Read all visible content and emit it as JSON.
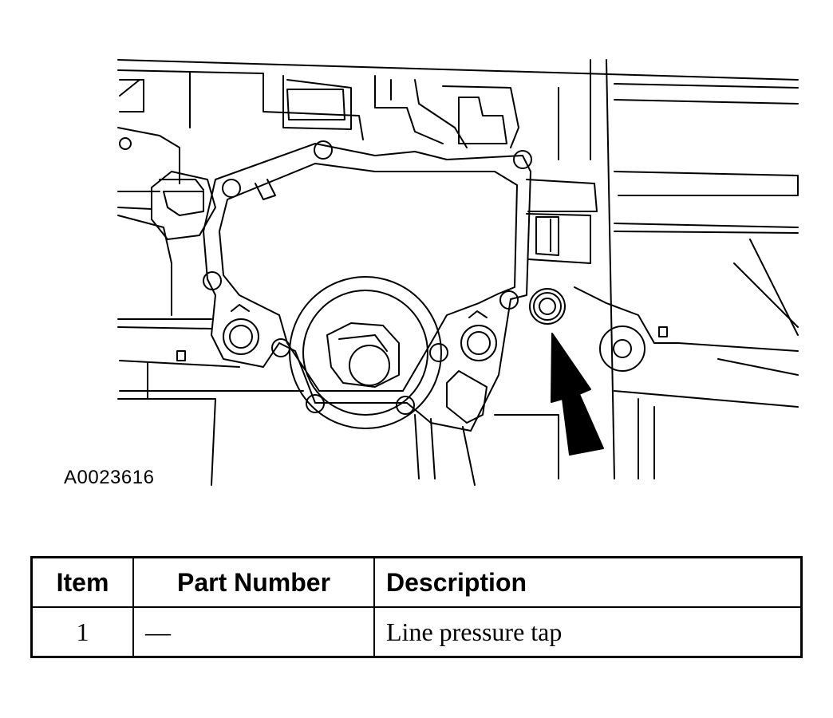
{
  "figure": {
    "id_label": "A0023616"
  },
  "table": {
    "headers": {
      "item": "Item",
      "part_number": "Part Number",
      "description": "Description"
    },
    "rows": [
      {
        "item": "1",
        "part_number": "—",
        "description": "Line pressure tap"
      }
    ]
  }
}
